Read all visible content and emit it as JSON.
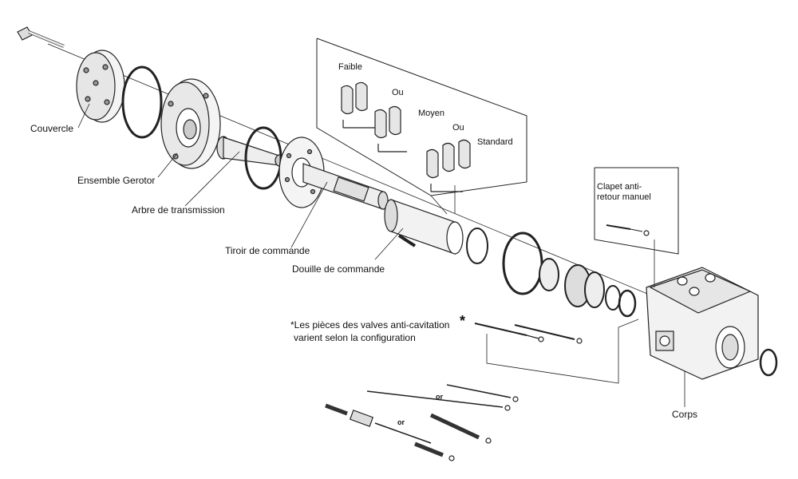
{
  "labels": {
    "couvercle": "Couvercle",
    "ensemble_gerotor": "Ensemble Gerotor",
    "arbre": "Arbre de transmission",
    "tiroir": "Tiroir de commande",
    "douille": "Douille de commande",
    "corps": "Corps",
    "clapet": "Clapet anti-retour manuel",
    "faible": "Faible",
    "ou1": "Ou",
    "moyen": "Moyen",
    "ou2": "Ou",
    "standard": "Standard",
    "note_line1": "*Les pièces des valves anti-cavitation",
    "note_line2": "varient selon la configuration",
    "star": "*",
    "or1": "or",
    "or2": "or"
  }
}
